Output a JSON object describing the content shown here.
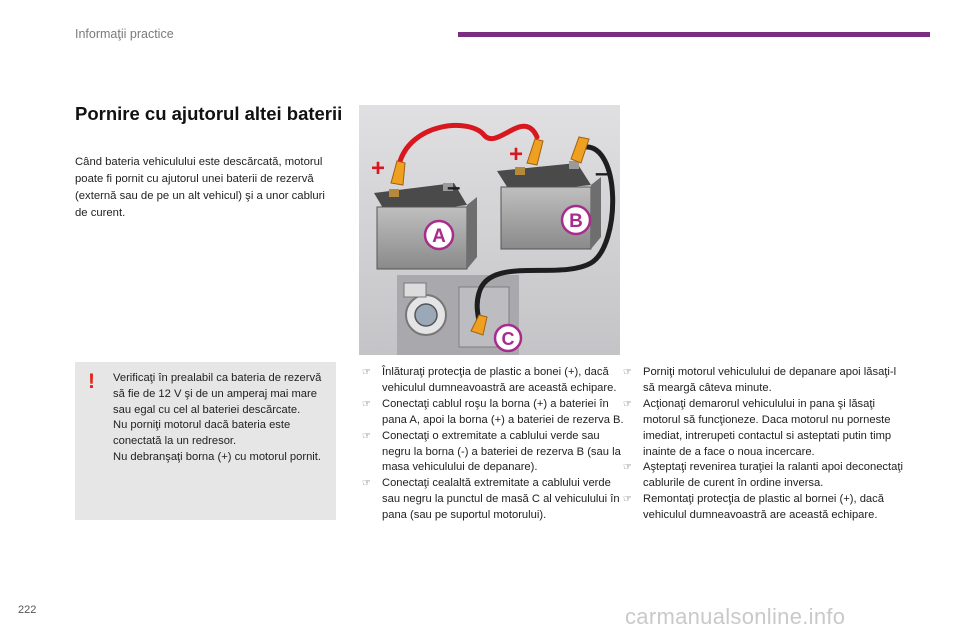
{
  "header": {
    "section_title": "Informaţii practice",
    "accent_color": "#7b2d80"
  },
  "main": {
    "heading": "Pornire cu ajutorul altei baterii",
    "intro": "Când bateria vehiculului este descărcată, motorul poate fi pornit cu ajutorul unei baterii de rezervă (externă sau de pe un alt vehicul) şi a unor cabluri de curent."
  },
  "warning": {
    "icon": "exclamation-icon",
    "icon_color": "#e1251b",
    "lines": [
      "Verificaţi în prealabil ca bateria de rezervă să fie de 12 V şi de un amperaj mai mare sau egal cu cel al bateriei descărcate.",
      "Nu porniţi motorul dacă bateria este conectată la un redresor.",
      "Nu debranşaţi borna (+) cu motorul pornit."
    ]
  },
  "illustration": {
    "label_a": "A",
    "label_b": "B",
    "label_c": "C",
    "plus_sign": "+",
    "minus_sign": "–",
    "badge_color": "#a72c8c",
    "red_cable_color": "#d8181e",
    "black_cable_color": "#1e1e1e"
  },
  "steps_middle": [
    {
      "marker": "hand-pointer-icon",
      "text": "Înlăturaţi protecţia de plastic a bonei (+), dacă vehiculul dumneavoastră are această echipare."
    },
    {
      "marker": "hand-pointer-icon",
      "text": "Conectaţi cablul roşu la borna (+) a bateriei în pana A, apoi la borna (+) a bateriei de rezerva B."
    },
    {
      "marker": "hand-pointer-icon",
      "text": "Conectaţi o extremitate a cablului verde sau negru la borna (-) a bateriei de rezerva B (sau la masa vehiculului de depanare)."
    },
    {
      "marker": "hand-pointer-icon",
      "text": "Conectaţi cealaltă extremitate a cablului verde sau negru la punctul de masă C al vehiculului în pana (sau pe suportul motorului)."
    }
  ],
  "steps_right": [
    {
      "marker": "hand-pointer-icon",
      "text": "Porniţi motorul vehiculului de depanare apoi lăsaţi-l să meargă câteva minute."
    },
    {
      "marker": "hand-pointer-icon",
      "text": "Acţionaţi demarorul vehiculului in pana şi lăsaţi motorul să funcţioneze. Daca motorul nu porneste imediat, intrerupeti contactul si asteptati putin timp inainte de a face o noua incercare."
    },
    {
      "marker": "hand-pointer-icon",
      "text": "Aşteptaţi revenirea turaţiei la ralanti apoi deconectaţi cablurile de curent în ordine inversa."
    },
    {
      "marker": "hand-pointer-icon",
      "text": "Remontaţi protecţia de plastic al bornei (+), dacă vehiculul dumneavoastră are această echipare."
    }
  ],
  "footer": {
    "page_number": "222",
    "watermark": "carmanualsonline.info"
  }
}
